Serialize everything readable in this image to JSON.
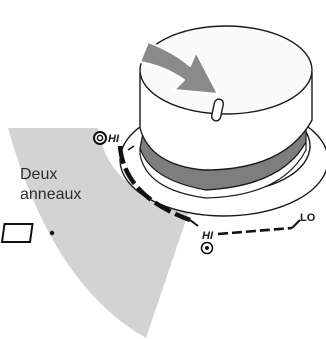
{
  "zone_label": {
    "line1": "Deux",
    "line2": "anneaux"
  },
  "dual_ring_scale": {
    "start_label": "HI"
  },
  "single_ring_scale": {
    "high_label": "HI",
    "low_label": "LO"
  },
  "colors": {
    "zone_fill": "#d3d3d3",
    "outline": "#1a1a1a",
    "arrow": "#8a8a8a",
    "knob_band": "#7e7e7e",
    "knob_face": "#fafafa"
  }
}
